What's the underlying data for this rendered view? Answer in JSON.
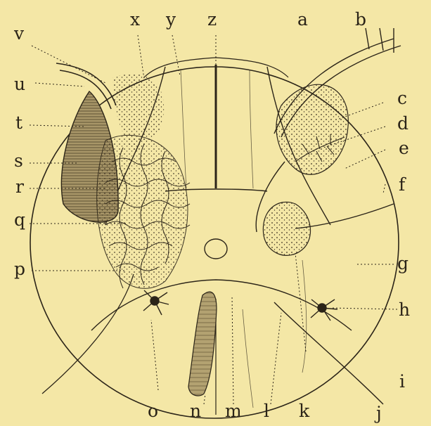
{
  "labels": {
    "v": "v",
    "u": "u",
    "t": "t",
    "s": "s",
    "r": "r",
    "q": "q",
    "p": "p",
    "x": "x",
    "y": "y",
    "z": "z",
    "a": "a",
    "b": "b",
    "c": "c",
    "d": "d",
    "e": "e",
    "f": "f",
    "g": "g",
    "h": "h",
    "i": "i",
    "j": "j",
    "k": "k",
    "l": "l",
    "m": "m",
    "n": "n",
    "o": "o"
  },
  "colors": {
    "background": "#f4e7a6",
    "ink": "#2b2418",
    "shaded_tract": "#8f7e55"
  }
}
